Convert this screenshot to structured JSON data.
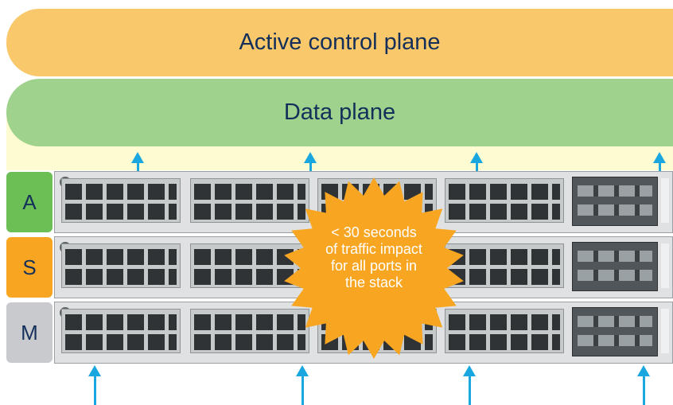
{
  "planes": {
    "control_label": "Active control plane",
    "data_label": "Data plane"
  },
  "switches": [
    {
      "role": "A",
      "color": "#6cbf55"
    },
    {
      "role": "S",
      "color": "#f8a621"
    },
    {
      "role": "M",
      "color": "#c8cace"
    }
  ],
  "callout": {
    "lines": [
      "< 30 seconds",
      "of traffic impact",
      "for all ports in",
      "the stack"
    ],
    "color": "#f8a621"
  },
  "colors": {
    "control_plane": "#f9c86b",
    "data_plane": "#9fd28c",
    "arrow": "#1aa7df"
  }
}
